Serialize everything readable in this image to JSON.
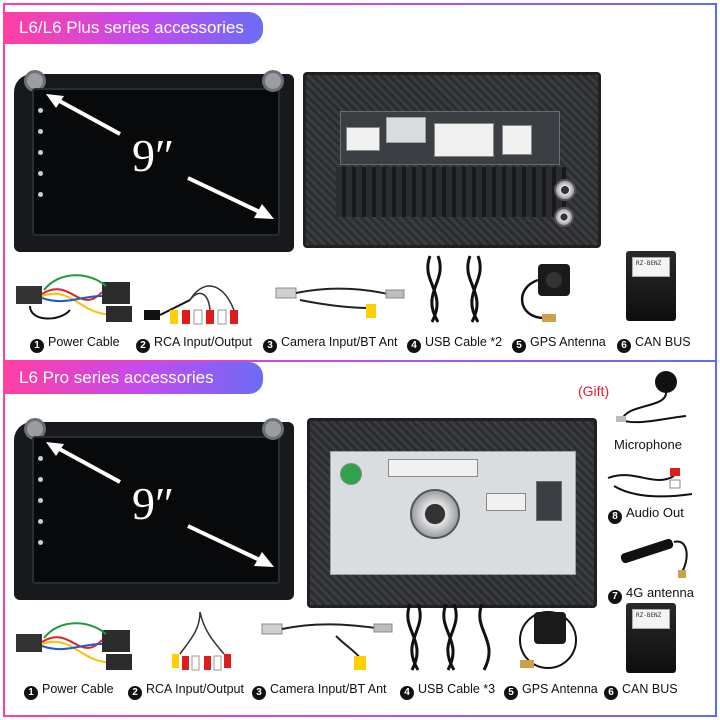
{
  "section1": {
    "title": "L6/L6 Plus series accessories",
    "screen_size": "9″",
    "accessories": [
      {
        "num": "1",
        "label": "Power Cable"
      },
      {
        "num": "2",
        "label": "RCA Input/Output"
      },
      {
        "num": "3",
        "label": "Camera Input/BT Ant"
      },
      {
        "num": "4",
        "label": "USB Cable *2"
      },
      {
        "num": "5",
        "label": "GPS Antenna"
      },
      {
        "num": "6",
        "label": "CAN BUS"
      }
    ]
  },
  "section2": {
    "title": "L6 Pro series accessories",
    "screen_size": "9″",
    "accessories": [
      {
        "num": "1",
        "label": "Power Cable"
      },
      {
        "num": "2",
        "label": "RCA Input/Output"
      },
      {
        "num": "3",
        "label": "Camera Input/BT Ant"
      },
      {
        "num": "4",
        "label": "USB Cable *3"
      },
      {
        "num": "5",
        "label": "GPS Antenna"
      },
      {
        "num": "6",
        "label": "CAN BUS"
      }
    ],
    "extras": {
      "gift": "(Gift)",
      "microphone": "Microphone",
      "audio_out_num": "8",
      "audio_out": "Audio Out",
      "antenna_4g_num": "7",
      "antenna_4g": "4G antenna"
    }
  },
  "colors": {
    "gradient_start": "#ff3fa2",
    "gradient_end": "#5a6cf5",
    "gift": "#e0202a"
  }
}
